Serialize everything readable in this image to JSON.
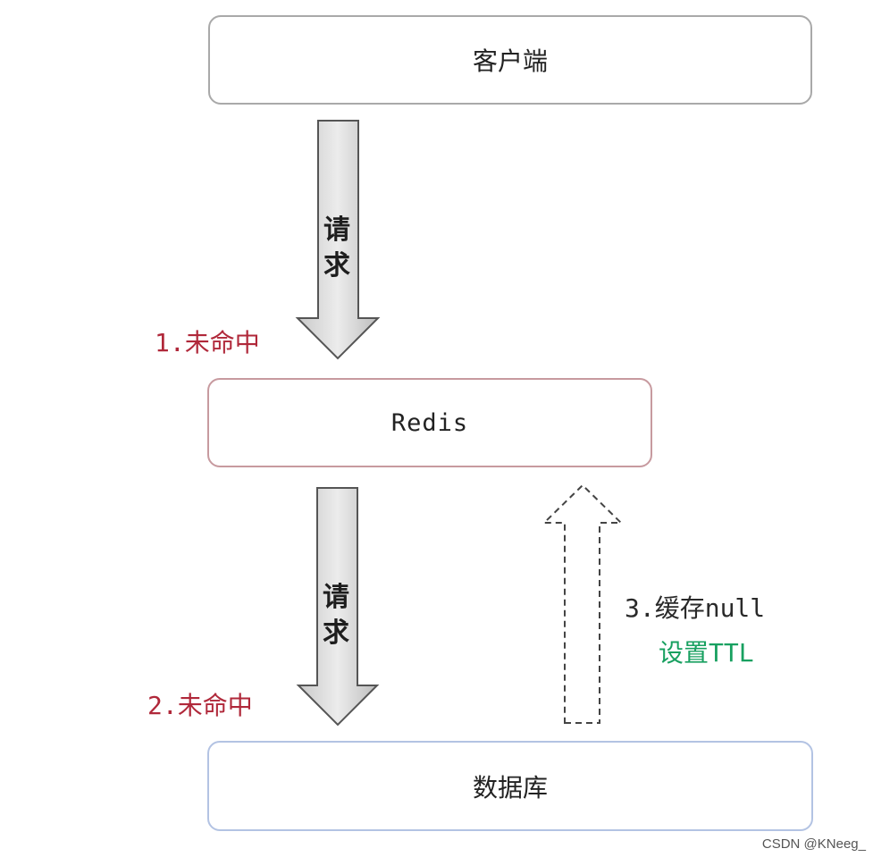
{
  "nodes": {
    "client": "客户端",
    "redis": "Redis",
    "database": "数据库"
  },
  "arrows": {
    "request_label_1": "请求",
    "request_label_2": "请求"
  },
  "annotations": {
    "miss_1": "1.未命中",
    "miss_2": "2.未命中",
    "cache_null": "3.缓存null",
    "set_ttl": "设置TTL"
  },
  "colors": {
    "miss": "#b0283a",
    "ttl": "#18a060",
    "arrow_fill": "#d6d6d6"
  },
  "watermark": "CSDN @KNeeg_"
}
